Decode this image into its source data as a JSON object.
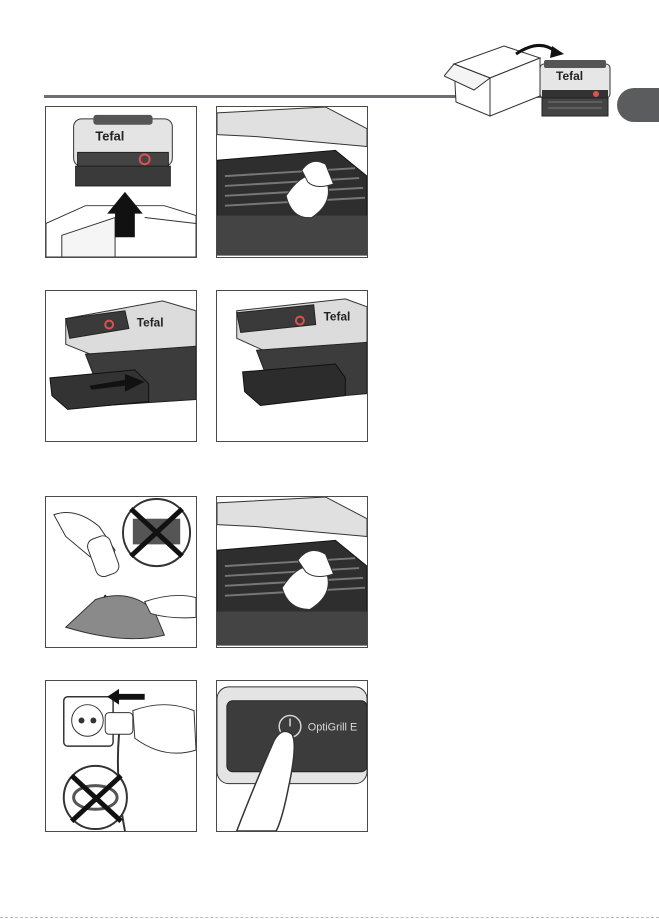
{
  "brand": {
    "logo_text": "Tefal"
  },
  "illustrations": {
    "unbox": {
      "logo": "Tefal"
    },
    "power_button": {
      "model_label": "OptiGrill E"
    }
  },
  "colors": {
    "rule": "#6d6e71",
    "tab": "#5b5c5e",
    "outline": "#2b2b2b",
    "metal": "#d9d9d9",
    "dark_panel": "#3c3c3c"
  },
  "icons": [
    "box-icon",
    "arrow-up-icon",
    "cross-out-icon",
    "power-icon",
    "plug-icon"
  ]
}
